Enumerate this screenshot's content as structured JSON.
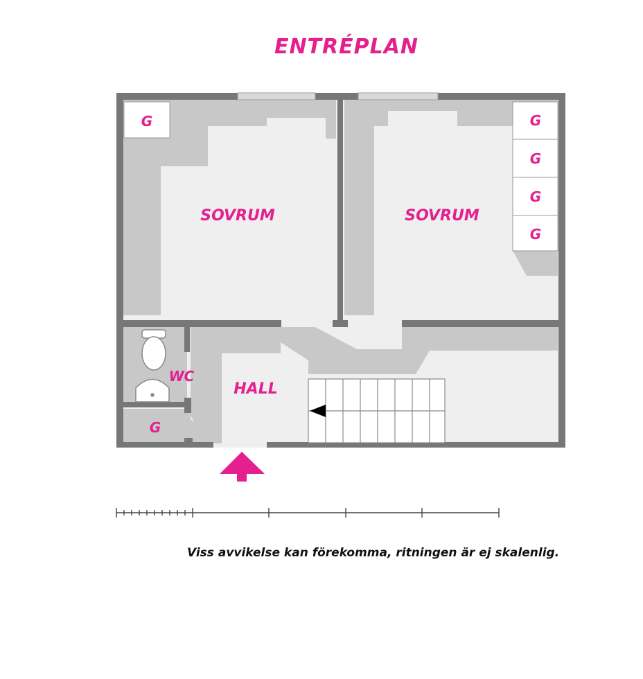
{
  "title": "ENTRÉPLAN",
  "rooms": {
    "bedroom_left": "SOVRUM",
    "bedroom_right": "SOVRUM",
    "wc": "WC",
    "hall": "HALL"
  },
  "closet_label": "G",
  "disclaimer": "Viss avvikelse kan förekomma, ritningen är ej skalenlig.",
  "colors": {
    "accent": "#e4208f",
    "wall": "#7a7a7a",
    "shadow": "#c9c9c9",
    "floor": "#efefef"
  }
}
